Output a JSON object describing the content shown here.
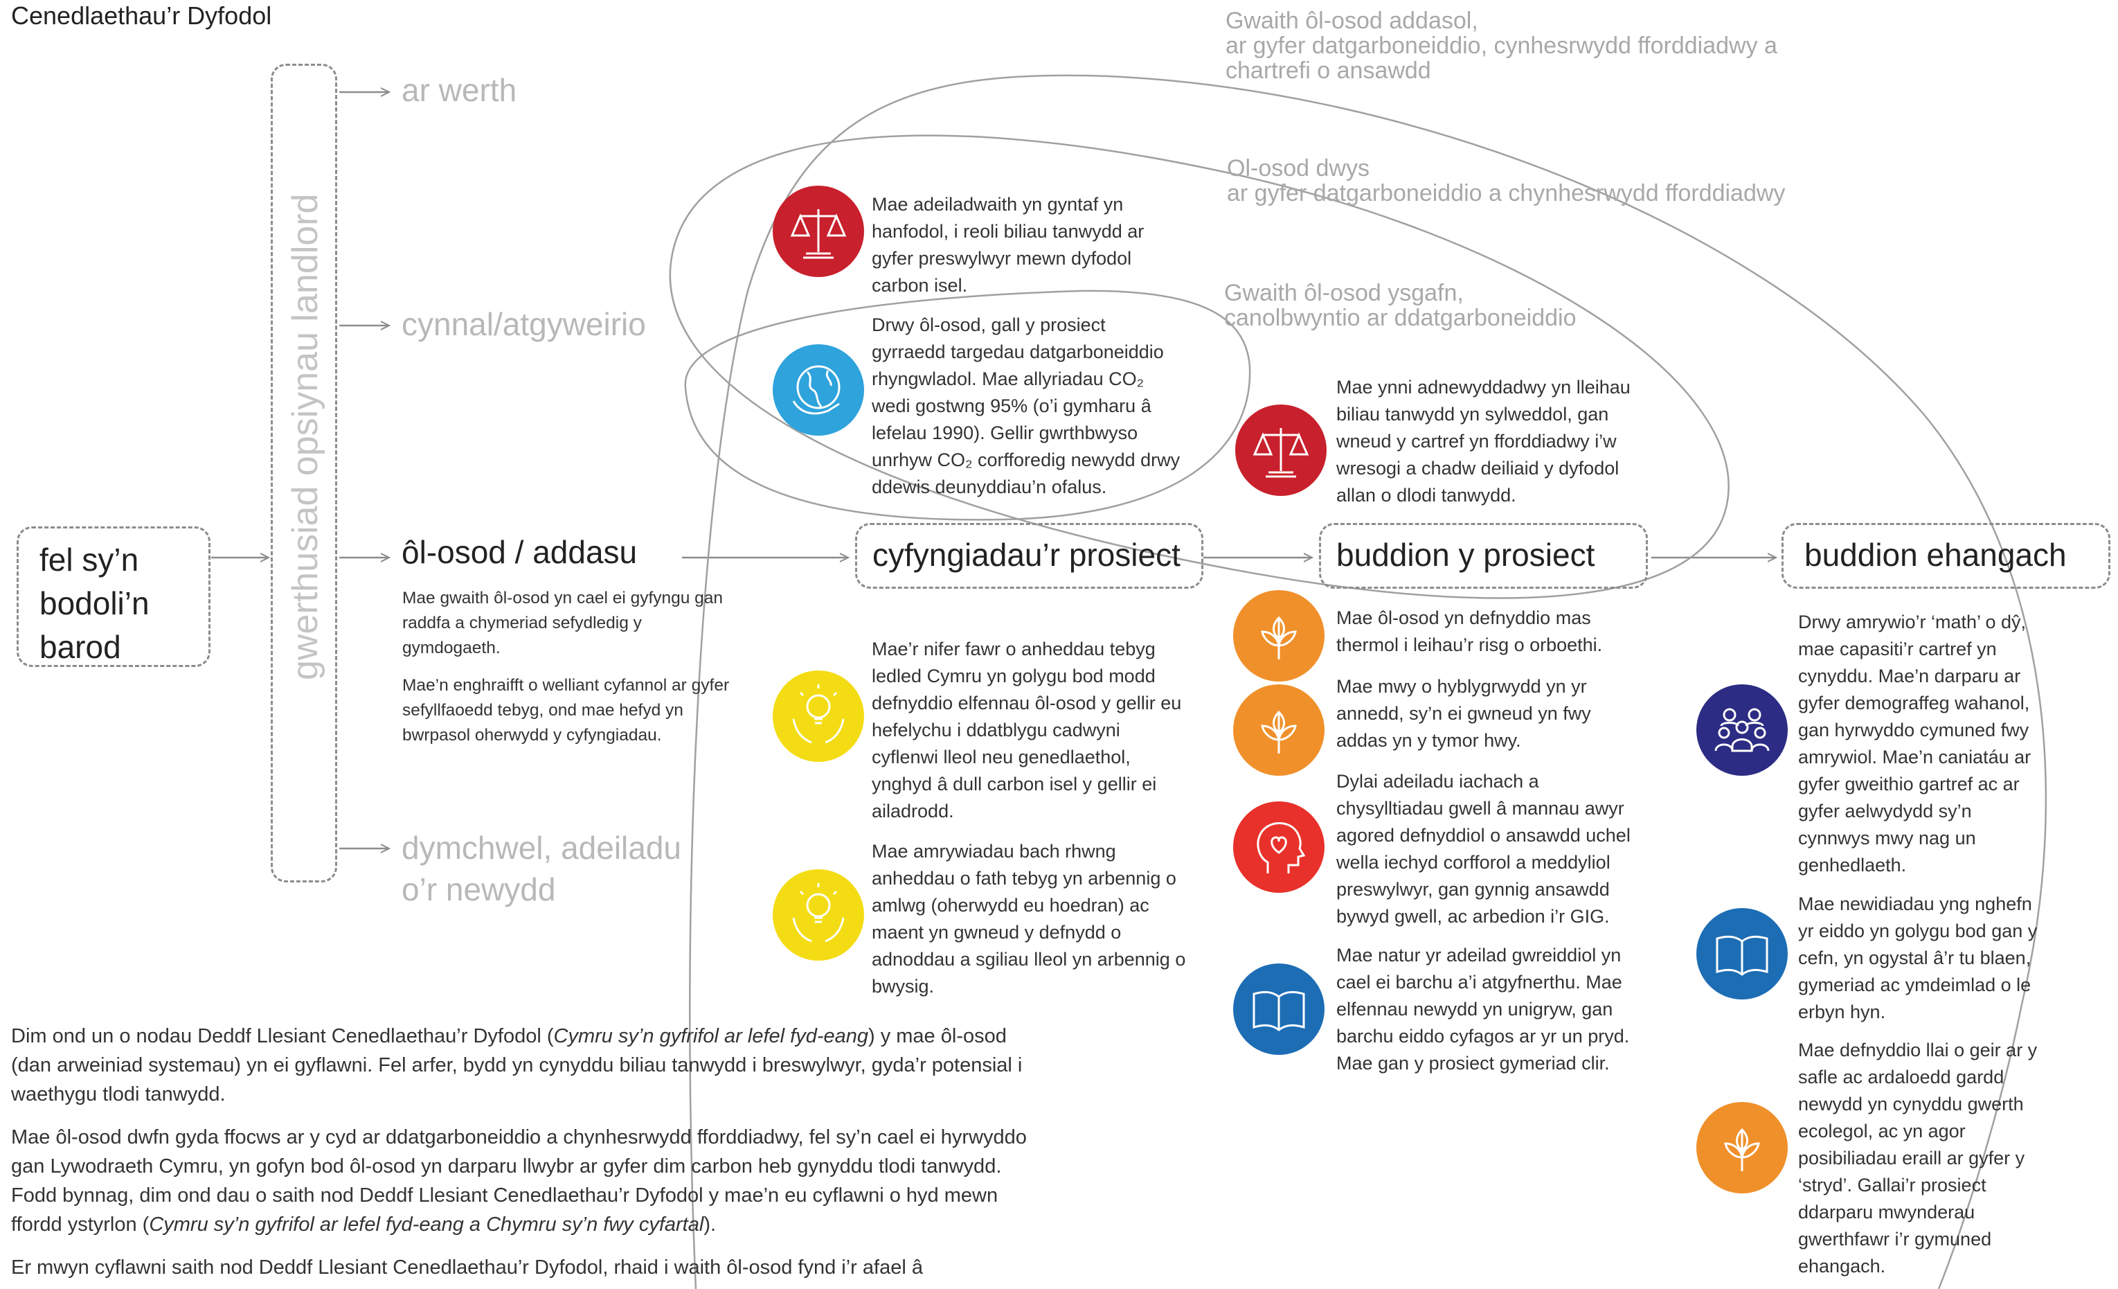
{
  "header": {
    "title": "Cenedlaethau’r Dyfodol"
  },
  "colors": {
    "red": "#c8202c",
    "blue": "#2ea3dc",
    "yellow": "#f4dc15",
    "orange": "#f0902a",
    "heart_red": "#e8312a",
    "dark_blue": "#1d6db5",
    "navy": "#2c2c84",
    "line": "#9a9a9a"
  },
  "start_box": {
    "lines": [
      "fel sy’n",
      "bodoli’n",
      "barod"
    ]
  },
  "evaluation": {
    "label": "gwerthusiad opsiynau landlord"
  },
  "options": {
    "sale": "ar werth",
    "maintain": "cynnal/atgyweirio",
    "retrofit": "ôl-osod / addasu",
    "demolish_1": "dymchwel, adeiladu",
    "demolish_2": "o’r newydd"
  },
  "retrofit_desc": {
    "p1": [
      "Mae gwaith ôl-osod yn cael ei gyfyngu gan",
      "raddfa a chymeriad sefydledig y",
      "gymdogaeth."
    ],
    "p2": [
      "Mae’n enghraifft o welliant cyfannol ar gyfer",
      "sefyllfaoedd tebyg, ond mae hefyd yn",
      "bwrpasol oherwydd y cyfyngiadau."
    ]
  },
  "flow_boxes": {
    "constraints": "cyfyngiadau’r prosiect",
    "benefits": "buddion y prosiect",
    "wider": "buddion ehangach"
  },
  "ellipse_labels": {
    "adaptive": [
      "Gwaith ôl-osod addasol,",
      "ar gyfer datgarboneiddio, cynhesrwydd fforddiadwy a",
      "chartrefi o ansawdd"
    ],
    "deep": [
      "Ol-osod dwys",
      "ar gyfer datgarboneiddio a chynhesrwydd fforddiadwy"
    ],
    "light": [
      "Gwaith ôl-osod ysgafn,",
      "canolbwyntio ar ddatgarboneiddio"
    ]
  },
  "icons": {
    "scales_1": "scales-icon",
    "globe": "globe-hand-icon",
    "scales_2": "scales-icon",
    "lightbulb_1": "lightbulb-hands-icon",
    "lightbulb_2": "lightbulb-hands-icon",
    "leaf": "leaf-plant-icon",
    "heart_head": "heart-head-icon",
    "book": "book-icon",
    "community": "community-icon"
  },
  "texts": {
    "infra": [
      "Mae adeiladwaith yn gyntaf yn",
      "hanfodol, i reoli biliau tanwydd ar",
      "gyfer preswylwyr mewn dyfodol",
      "carbon isel."
    ],
    "retrofit_co2": [
      "Drwy ôl-osod, gall y prosiect",
      "gyrraedd targedau datgarboneiddio",
      "rhyngwladol. Mae allyriadau CO₂",
      "wedi gostwng 95% (o’i gymharu â",
      "lefelau 1990). Gellir gwrthbwyso",
      "unrhyw CO₂ corfforedig newydd drwy",
      "ddewis deunyddiau’n ofalus."
    ],
    "renewable": [
      "Mae ynni adnewyddadwy yn lleihau",
      "biliau tanwydd yn sylweddol, gan",
      "wneud y cartref yn fforddiadwy i’w",
      "wresogi a chadw deiliaid y dyfodol",
      "allan o dlodi tanwydd."
    ],
    "dwellings": [
      "Mae’r nifer fawr o anheddau tebyg",
      "ledled Cymru yn golygu bod modd",
      "defnyddio elfennau ôl-osod y gellir eu",
      "hefelychu i ddatblygu cadwyni",
      "cyflenwi lleol neu genedlaethol,",
      "ynghyd â dull carbon isel y gellir ei",
      "ailadrodd."
    ],
    "variations": [
      "Mae amrywiadau bach rhwng",
      "anheddau o fath tebyg yn arbennig o",
      "amlwg (oherwydd eu hoedran) ac",
      "maent yn gwneud y defnydd o",
      "adnoddau a sgiliau lleol yn arbennig o",
      "bwysig."
    ],
    "thermal": [
      "Mae ôl-osod yn defnyddio mas",
      "thermol i leihau’r risg o orboethi."
    ],
    "flexible": [
      "Mae mwy o hyblygrwydd yn yr",
      "annedd, sy’n ei gwneud yn fwy",
      "addas yn y tymor hwy."
    ],
    "health": [
      "Dylai adeiladu iachach a",
      "chysylltiadau gwell â mannau awyr",
      "agored defnyddiol o ansawdd uchel",
      "wella iechyd corfforol a meddyliol",
      "preswylwyr, gan gynnig ansawdd",
      "bywyd gwell, ac arbedion i’r GIG."
    ],
    "character": [
      "Mae natur yr adeilad gwreiddiol yn",
      "cael ei barchu a’i atgyfnerthu. Mae",
      "elfennau newydd yn unigryw, gan",
      "barchu eiddo cyfagos ar yr un pryd.",
      "Mae gan y prosiect gymeriad clir."
    ],
    "mix": [
      "Drwy amrywio’r ‘math’ o dŷ,",
      "mae capasiti’r cartref yn",
      "cynyddu. Mae’n darparu ar",
      "gyfer demograffeg wahanol,",
      "gan hyrwyddo cymuned fwy",
      "amrywiol. Mae’n caniatáu ar",
      "gyfer gweithio gartref ac ar",
      "gyfer aelwydydd sy’n",
      "cynnwys mwy nag un",
      "genhedlaeth."
    ],
    "changes": [
      "Mae newidiadau yng nghefn",
      "yr eiddo yn golygu bod gan y",
      "cefn, yn ogystal â’r tu blaen,",
      "gymeriad ac ymdeimlad o le",
      "erbyn hyn."
    ],
    "site": [
      "Mae defnyddio llai o geir ar y",
      "safle ac ardaloedd gardd",
      "newydd yn cynyddu gwerth",
      "ecolegol, ac yn agor",
      "posibiliadau eraill ar gyfer y",
      "‘stryd’. Gallai’r prosiect",
      "ddarparu mwynderau",
      "gwerthfawr i’r gymuned",
      "ehangach."
    ]
  },
  "body": {
    "p1_a": "Dim ond un o nodau Deddf Llesiant Cenedlaethau’r Dyfodol (",
    "p1_em": "Cymru sy’n gyfrifol ar lefel fyd-eang",
    "p1_b": ") y mae ôl-osod",
    "p1_l2": "(dan arweiniad systemau) yn ei gyflawni. Fel arfer, bydd yn cynyddu biliau tanwydd i breswylwyr, gyda’r potensial i",
    "p1_l3": "waethygu tlodi tanwydd.",
    "p2_l1": "Mae ôl-osod dwfn gyda ffocws ar y cyd ar ddatgarboneiddio a chynhesrwydd fforddiadwy, fel sy’n cael ei hyrwyddo",
    "p2_l2": "gan Lywodraeth Cymru, yn gofyn bod ôl-osod yn darparu llwybr ar gyfer dim carbon heb gynyddu tlodi tanwydd.",
    "p2_l3": "Fodd bynnag, dim ond dau o saith nod Deddf Llesiant Cenedlaethau’r Dyfodol y mae’n eu cyflawni o hyd mewn",
    "p2_l4_a": "ffordd ystyrlon (",
    "p2_l4_em": "Cymru sy’n gyfrifol ar lefel fyd-eang a Chymru sy’n fwy cyfartal",
    "p2_l4_b": ").",
    "p3_l1": "Er mwyn cyflawni saith nod Deddf Llesiant Cenedlaethau’r Dyfodol, rhaid i waith ôl-osod fynd i’r afael â"
  }
}
